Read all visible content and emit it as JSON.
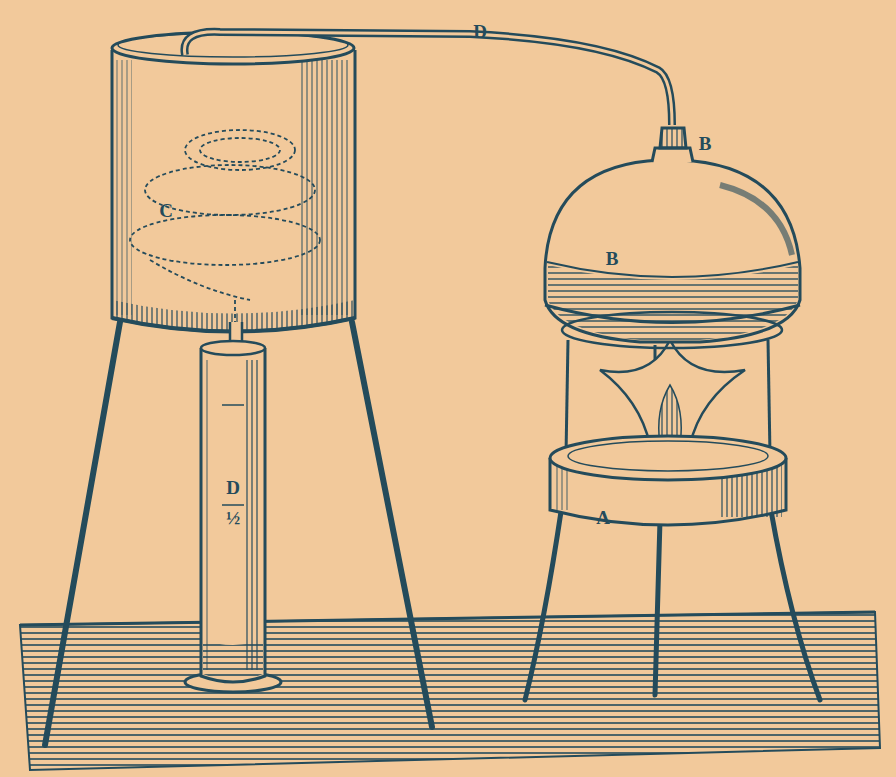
{
  "diagram": {
    "labels": [
      "D",
      "B",
      "B",
      "C",
      "D",
      "½",
      "A"
    ]
  }
}
